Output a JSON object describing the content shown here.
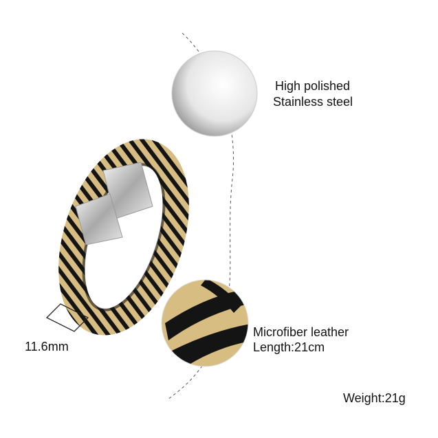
{
  "callouts": {
    "steel": {
      "line1": "High polished",
      "line2": "Stainless steel"
    },
    "leather": {
      "line1": "Microfiber  leather",
      "line2": "Length:21cm"
    },
    "width": "11.6mm",
    "weight": "Weight:21g"
  },
  "colors": {
    "gold": "#d8bd82",
    "black": "#141414",
    "steel": "#c9c9c9"
  }
}
